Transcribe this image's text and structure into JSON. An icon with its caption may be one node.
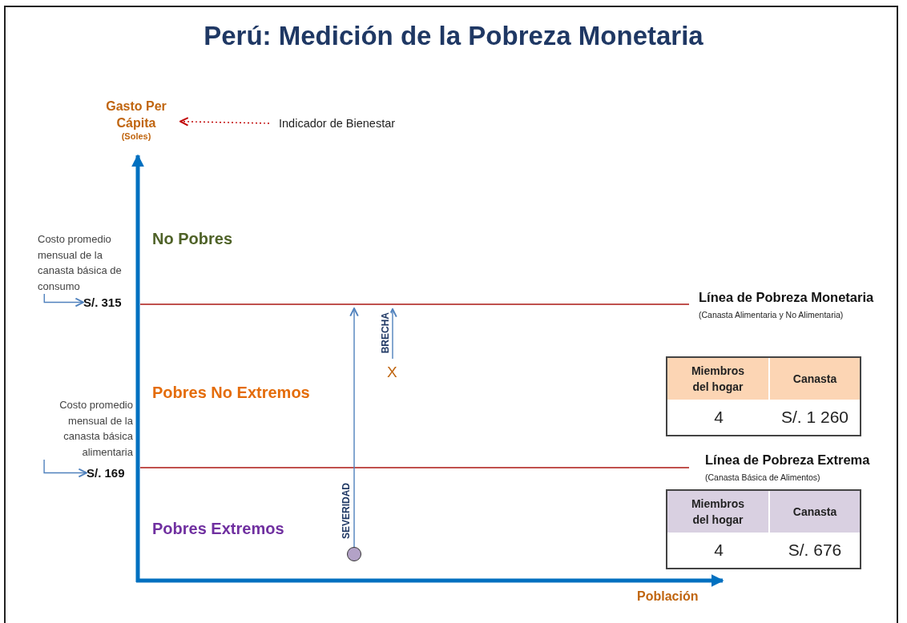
{
  "diagram": {
    "title": "Perú: Medición de la Pobreza Monetaria",
    "nodes": [
      {
        "text": [
          "Gasto Per Cápita",
          "(Soles)"
        ]
      },
      {
        "text": [
          "Indicador de Bienestar"
        ]
      },
      {
        "text": [
          "Costo promedio mensual de la canasta básica de consumo"
        ]
      },
      {
        "text": [
          "S/. 315"
        ]
      },
      {
        "text": [
          "Costo promedio mensual de la canasta básica alimentaria"
        ]
      },
      {
        "text": [
          "S/. 169"
        ]
      },
      {
        "text": [],
        "shape": "circle"
      },
      {
        "text": [
          "X"
        ]
      }
    ],
    "edges": [
      {
        "from": 1,
        "to": 0,
        "arrow": "to",
        "style": "dashed",
        "color": "#c00000"
      },
      {
        "from": 2,
        "to": 3,
        "arrow": "to"
      },
      {
        "from": 4,
        "to": 5,
        "arrow": "to"
      },
      {
        "from": 6,
        "to": null,
        "arrow": "to",
        "label": "SEVERIDAD"
      },
      {
        "from": 7,
        "to": null,
        "arrow": "to",
        "label": "BRECHA"
      }
    ],
    "labels": [
      "No Pobres",
      "Línea de Pobreza Monetaria",
      "(Canasta Alimentaria y No Alimentaria)",
      "Miembros del hogar",
      "Canasta",
      "4",
      "S/. 1 260",
      "Pobres No Extremos",
      "Línea de Pobreza Extrema",
      "(Canasta Básica de Alimentos)",
      "Miembros del hogar",
      "Canasta",
      "4",
      "S/. 676",
      "Pobres Extremos",
      "Población"
    ]
  }
}
